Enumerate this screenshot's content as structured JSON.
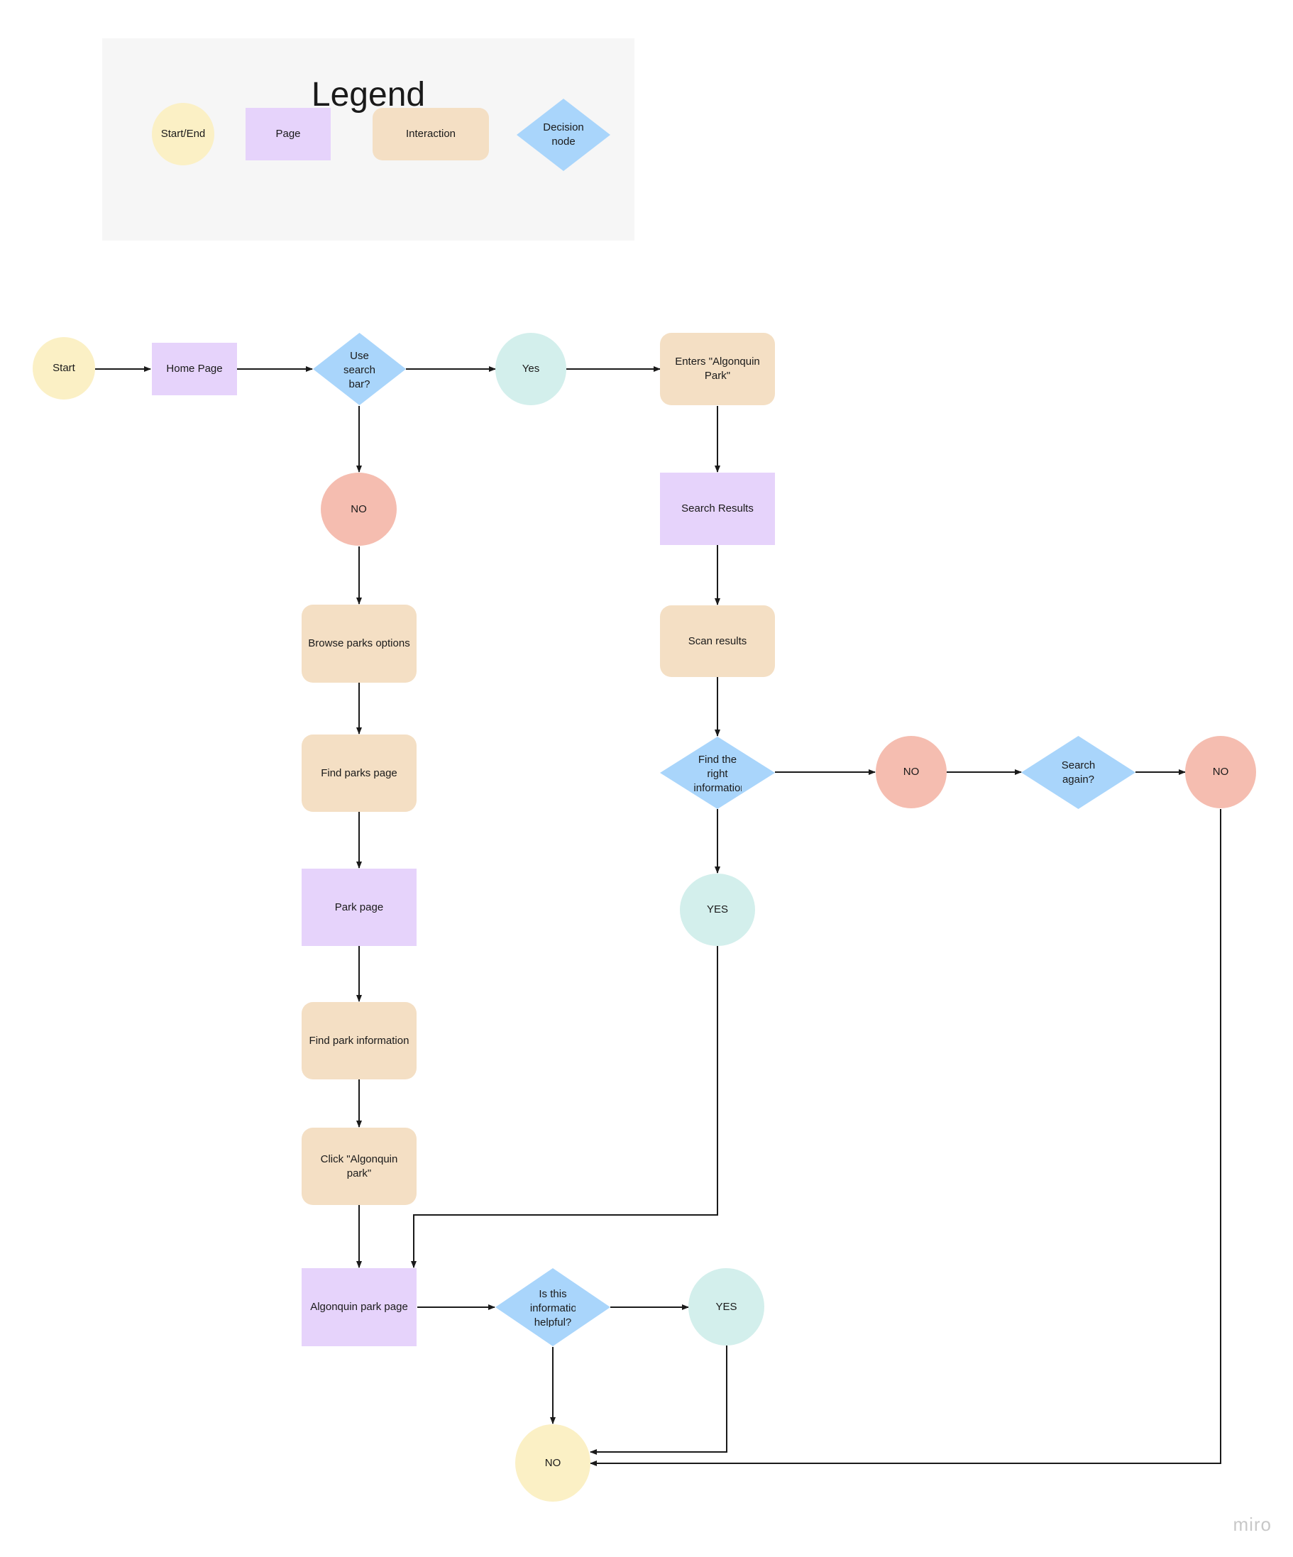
{
  "colors": {
    "start_end": "#fbf0c5",
    "page": "#e6d3fb",
    "interaction": "#f4dfc4",
    "decision": "#a9d5fb",
    "yes": "#d3efec",
    "no": "#f5bdb0",
    "legend_bg": "#f6f6f6",
    "edge": "#1a1a1a"
  },
  "legend": {
    "title": "Legend",
    "start_end": "Start/End",
    "page": "Page",
    "interaction": "Interaction",
    "decision": "Decision node"
  },
  "nodes": {
    "start": "Start",
    "home_page": "Home Page",
    "use_search_bar": "Use search bar?",
    "yes_search": "Yes",
    "enters_algonquin": "Enters \"Algonquin Park\"",
    "no_search": "NO",
    "search_results": "Search Results",
    "browse_parks": "Browse parks options",
    "scan_results": "Scan results",
    "find_parks_page": "Find parks page",
    "find_right_info": "Find the right information",
    "no_find_info": "NO",
    "search_again": "Search again?",
    "no_search_again": "NO",
    "yes_find_info": "YES",
    "park_page": "Park page",
    "find_park_info": "Find park information",
    "click_algonquin": "Click \"Algonquin park\"",
    "algonquin_page": "Algonquin park page",
    "info_helpful": "Is this information helpful?",
    "yes_helpful": "YES",
    "end_no": "NO"
  },
  "brand": "miro"
}
